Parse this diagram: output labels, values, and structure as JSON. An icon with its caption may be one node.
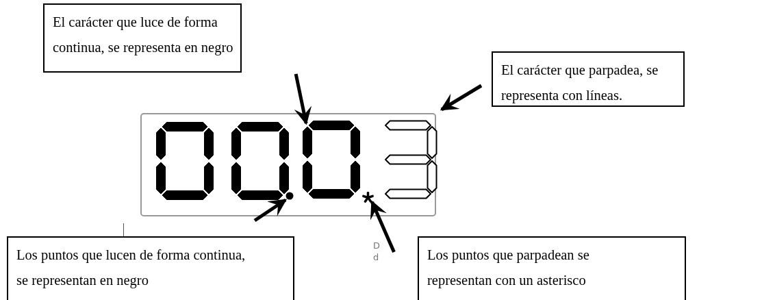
{
  "diagram": {
    "nodes": [
      {
        "text": [
          "El carácter que luce de forma continua, se representa en negro"
        ]
      },
      {
        "text": [
          "El carácter que parpadea, se representa con líneas."
        ]
      },
      {
        "text": [
          "Los puntos que lucen de forma continua, se representan en negro"
        ]
      },
      {
        "text": [
          "Los puntos que parpadean se representan con un asterisco"
        ]
      },
      {
        "text": [],
        "shape": "box"
      },
      {
        "text": [],
        "shape": "picture",
        "in": 4
      },
      {
        "text": [],
        "shape": "picture",
        "in": 4
      },
      {
        "text": [],
        "shape": "circle",
        "in": 4
      },
      {
        "text": [],
        "shape": "picture",
        "in": 4
      },
      {
        "text": [],
        "shape": "picture",
        "in": 4
      },
      {
        "text": [],
        "shape": "picture",
        "in": 4
      }
    ],
    "edges": [
      {
        "from": null,
        "to": 8,
        "arrow": "to"
      },
      {
        "from": null,
        "to": 10,
        "arrow": "to"
      },
      {
        "from": null,
        "to": 7,
        "arrow": "to"
      },
      {
        "from": null,
        "to": 9,
        "arrow": "to"
      }
    ],
    "labels": [
      "D",
      "d"
    ]
  }
}
